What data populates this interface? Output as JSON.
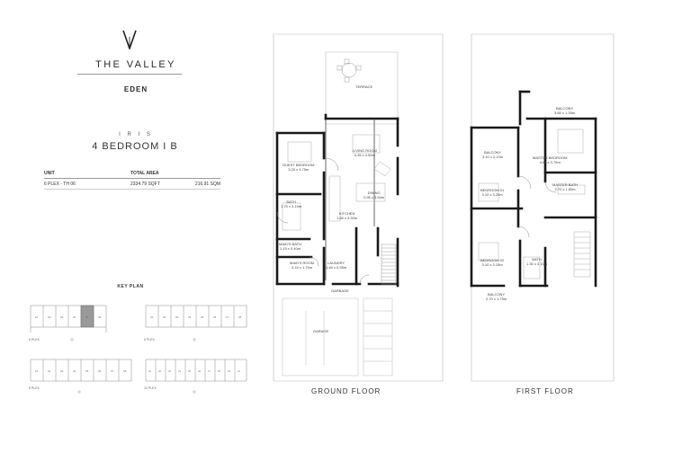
{
  "brand": {
    "name": "THE VALLEY",
    "sub": "EDEN"
  },
  "unit": {
    "collection": "I R I S",
    "type": "4 BEDROOM I B",
    "table": {
      "col_unit": "UNIT",
      "col_area": "TOTAL AREA",
      "unit_value": "6 PLEX - TH 06",
      "area_sqft": "2334.79 SQFT",
      "area_sqm": "216.91 SQM"
    }
  },
  "key_plan": {
    "title": "KEY PLAN",
    "plans": [
      {
        "label": "6 PLEX"
      },
      {
        "label": "6 PLEX"
      },
      {
        "label": "8 PLEX"
      },
      {
        "label": "10 PLEX"
      }
    ]
  },
  "ground_floor": {
    "label": "GROUND FLOOR",
    "rooms": [
      {
        "name": "TERRACE",
        "dims": ""
      },
      {
        "name": "LIVING ROOM",
        "dims": "4.35 x 4.50m"
      },
      {
        "name": "GUEST BEDROOM",
        "dims": "3.25 x 3.75m"
      },
      {
        "name": "DINING",
        "dims": "2.95 x 3.50m"
      },
      {
        "name": "KITCHEN",
        "dims": "1.85 x 3.30m"
      },
      {
        "name": "BATH",
        "dims": "1.75 x 3.10m"
      },
      {
        "name": "MAID'S BATH",
        "dims": "1.15 x 0.40m"
      },
      {
        "name": "MAID'S ROOM",
        "dims": "3.15 x 1.75m"
      },
      {
        "name": "LAUNDRY",
        "dims": "1.45 x 0.95m"
      },
      {
        "name": "GARBAGE",
        "dims": ""
      },
      {
        "name": "GARAGE",
        "dims": ""
      }
    ]
  },
  "first_floor": {
    "label": "FIRST FLOOR",
    "rooms": [
      {
        "name": "BALCONY",
        "dims": "3.65 x 1.35m"
      },
      {
        "name": "MASTER BEDROOM",
        "dims": "4.60 x 3.75m"
      },
      {
        "name": "BALCONY",
        "dims": "3.10 x 2.10m"
      },
      {
        "name": "BEDROOM 01",
        "dims": "3.10 x 3.20m"
      },
      {
        "name": "MASTER BATH",
        "dims": "2.70 x 1.80m"
      },
      {
        "name": "BEDROOM 02",
        "dims": "3.10 x 3.15m"
      },
      {
        "name": "BATH",
        "dims": "1.30 x 3.10m"
      },
      {
        "name": "BALCONY",
        "dims": "2.70 x 1.75m"
      }
    ]
  }
}
